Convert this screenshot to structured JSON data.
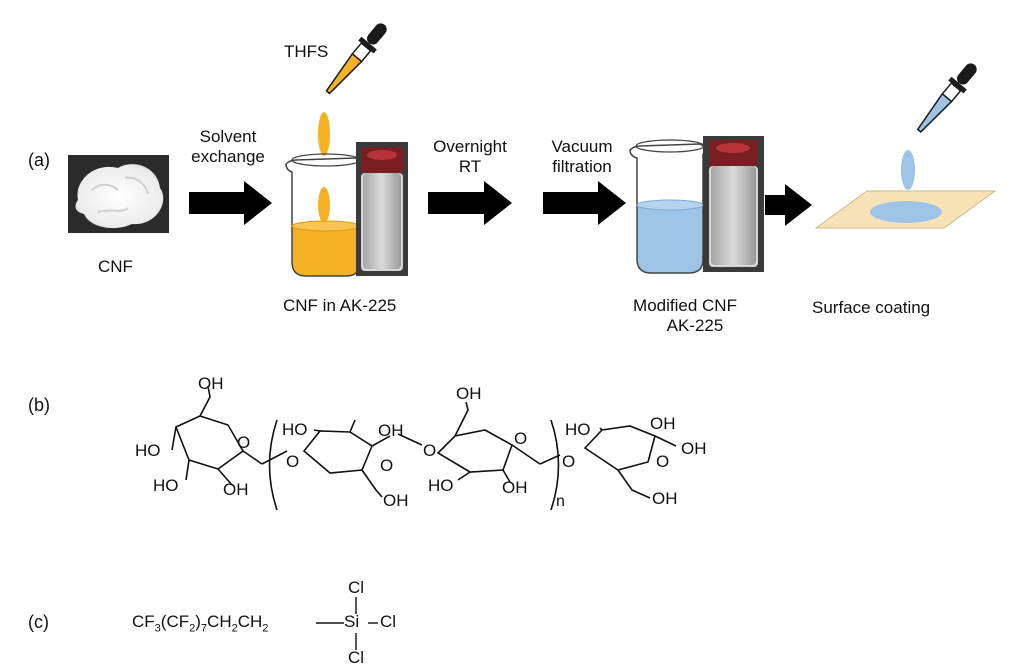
{
  "panel_a": {
    "label": "(a)",
    "reagent": "THFS",
    "step1": {
      "line1": "Solvent",
      "line2": "exchange"
    },
    "step2": {
      "line1": "Overnight",
      "line2": "RT"
    },
    "step3": {
      "line1": "Vacuum",
      "line2": "filtration"
    },
    "stage1_caption": "CNF",
    "stage2_caption": "CNF in AK-225",
    "stage3_caption": {
      "line1": "Modified CNF",
      "line2": "AK-225"
    },
    "stage4_caption": "Surface coating"
  },
  "panel_b": {
    "label": "(b)",
    "atoms": {
      "OH": "OH",
      "HO": "HO",
      "O": "O",
      "n": "n"
    }
  },
  "panel_c": {
    "label": "(c)",
    "formula_left": "CF",
    "sub1": "3",
    "paren_open": "(CF",
    "sub2": "2",
    "paren_close": ")",
    "sub3": "7",
    "ch_a": "CH",
    "sub4": "2",
    "ch_b": "CH",
    "sub5": "2",
    "si": "Si",
    "cl": "Cl"
  },
  "colors": {
    "yellow": "#F5B324",
    "blue": "#9DC3E6",
    "pad": "#F7E3B5",
    "arrow": "#000000"
  }
}
